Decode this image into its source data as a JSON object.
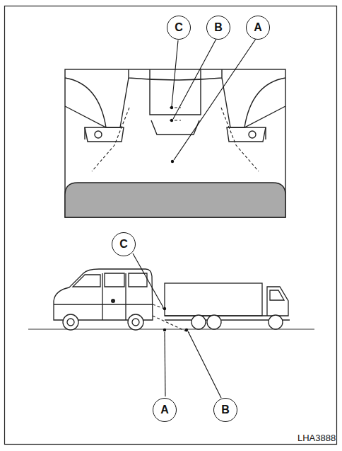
{
  "diagram": {
    "labels": [
      "C",
      "B",
      "A",
      "C",
      "A",
      "B",
      "LHA3888"
    ]
  }
}
